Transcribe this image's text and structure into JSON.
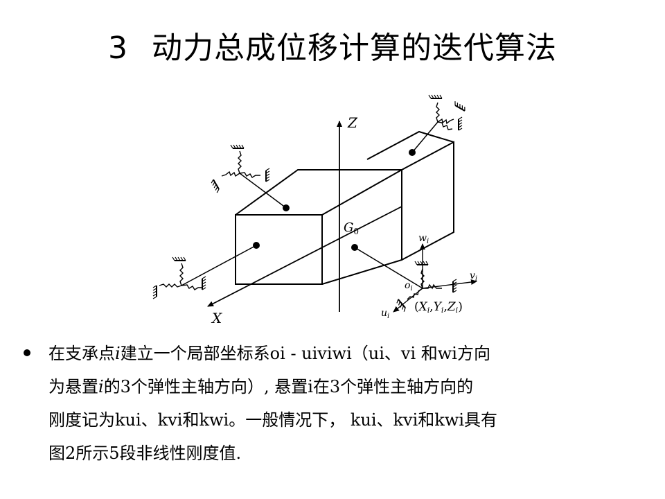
{
  "title": {
    "number": "3",
    "text": "动力总成位移计算的迭代算法"
  },
  "diagram": {
    "labels": {
      "z_axis": "Z",
      "x_axis": "X",
      "center": "G",
      "center_sub": "0",
      "w": "w",
      "v": "v",
      "u": "u",
      "o": "o",
      "sub_i": "i",
      "coords_open": "(",
      "coords_X": "X",
      "coords_Y": "Y",
      "coords_Z": "Z",
      "coords_sep": ",",
      "coords_close": ")"
    }
  },
  "bullet": {
    "line1_a": "在支承点",
    "line1_i": "i",
    "line1_b": "建立一个局部坐标系oi - uiviwi（ui、vi 和wi方向",
    "line2_a": "为悬置",
    "line2_i": "i",
    "line2_b": "的3个弹性主轴方向）, 悬置i在3个弹性主轴方向的",
    "line3": "刚度记为kui、kvi和kwi。一般情况下， kui、kvi和kwi具有",
    "line4": "图2所示5段非线性刚度值."
  }
}
